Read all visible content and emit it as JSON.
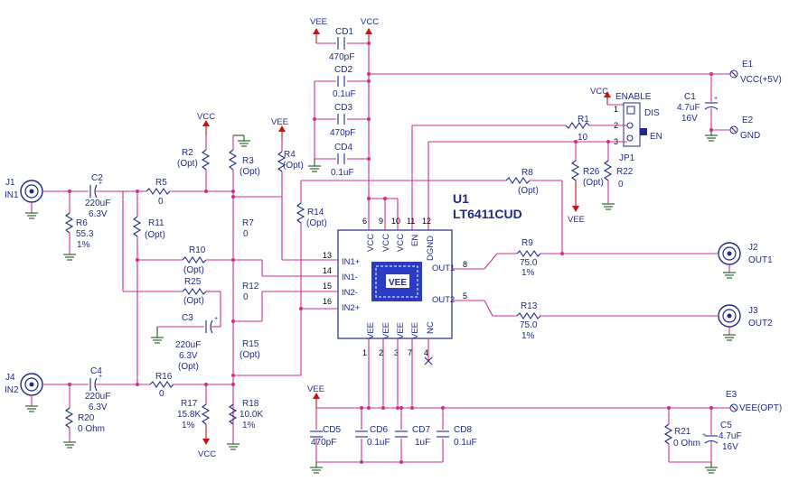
{
  "rails": {
    "vee": "VEE",
    "vcc": "VCC"
  },
  "chip": {
    "ref": "U1",
    "part": "LT6411CUD",
    "pins_top": [
      "VCC",
      "VCC",
      "VCC",
      "EN",
      "DGND"
    ],
    "pins_top_num": [
      "6",
      "9",
      "10",
      "11",
      "12"
    ],
    "pins_left": [
      "IN1+",
      "IN1-",
      "IN2-",
      "IN2+"
    ],
    "pins_left_num": [
      "13",
      "14",
      "15",
      "16"
    ],
    "pins_right": [
      "OUT1",
      "OUT2"
    ],
    "pins_right_num": [
      "8",
      "5"
    ],
    "pins_bottom": [
      "VEE",
      "VEE",
      "VEE",
      "VEE",
      "NC"
    ],
    "pins_bottom_num": [
      "1",
      "2",
      "3",
      "7",
      "4"
    ],
    "pad": "VEE"
  },
  "caps": {
    "cd1": {
      "ref": "CD1",
      "val": "470pF"
    },
    "cd2": {
      "ref": "CD2",
      "val": "0.1uF"
    },
    "cd3": {
      "ref": "CD3",
      "val": "470pF"
    },
    "cd4": {
      "ref": "CD4",
      "val": "0.1uF"
    },
    "c1": {
      "ref": "C1",
      "val": "4.7uF",
      "v": "16V"
    },
    "c2": {
      "ref": "C2",
      "val": "220uF",
      "v": "6.3V"
    },
    "c3": {
      "ref": "C3",
      "val": "220uF",
      "v": "6.3V",
      "o": "(Opt)"
    },
    "c4": {
      "ref": "C4",
      "val": "220uF",
      "v": "6.3V"
    },
    "c5": {
      "ref": "C5",
      "val": "4.7uF",
      "v": "16V"
    },
    "cd5": {
      "ref": "CD5",
      "val": "470pF"
    },
    "cd6": {
      "ref": "CD6",
      "val": "0.1uF"
    },
    "cd7": {
      "ref": "CD7",
      "val": "1uF"
    },
    "cd8": {
      "ref": "CD8",
      "val": "0.1uF"
    }
  },
  "res": {
    "r1": {
      "ref": "R1",
      "val": "10"
    },
    "r2": {
      "ref": "R2",
      "val": "(Opt)"
    },
    "r3": {
      "ref": "R3",
      "val": "(Opt)"
    },
    "r4": {
      "ref": "R4",
      "val": "(Opt)"
    },
    "r5": {
      "ref": "R5",
      "val": "0"
    },
    "r6": {
      "ref": "R6",
      "val": "55.3",
      "tol": "1%"
    },
    "r7": {
      "ref": "R7",
      "val": "0"
    },
    "r8": {
      "ref": "R8",
      "val": "(Opt)"
    },
    "r9": {
      "ref": "R9",
      "val": "75.0",
      "tol": "1%"
    },
    "r10": {
      "ref": "R10",
      "val": "(Opt)"
    },
    "r11": {
      "ref": "R11",
      "val": "(Opt)"
    },
    "r12": {
      "ref": "R12",
      "val": "0"
    },
    "r13": {
      "ref": "R13",
      "val": "75.0",
      "tol": "1%"
    },
    "r14": {
      "ref": "R14",
      "val": "(Opt)"
    },
    "r15": {
      "ref": "R15",
      "val": "(Opt)"
    },
    "r16": {
      "ref": "R16",
      "val": "0"
    },
    "r17": {
      "ref": "R17",
      "val": "15.8K",
      "tol": "1%"
    },
    "r18": {
      "ref": "R18",
      "val": "10.0K",
      "tol": "1%"
    },
    "r20": {
      "ref": "R20",
      "val": "0 Ohm"
    },
    "r21": {
      "ref": "R21",
      "val": "0 Ohm"
    },
    "r22": {
      "ref": "R22",
      "val": "0"
    },
    "r25": {
      "ref": "R25",
      "val": "(Opt)"
    },
    "r26": {
      "ref": "R26",
      "val": "(Opt)"
    }
  },
  "connectors": {
    "j1": {
      "ref": "J1",
      "name": "IN1"
    },
    "j2": {
      "ref": "J2",
      "name": "OUT1"
    },
    "j3": {
      "ref": "J3",
      "name": "OUT2"
    },
    "j4": {
      "ref": "J4",
      "name": "IN2"
    }
  },
  "terminals": {
    "e1": {
      "ref": "E1",
      "name": "VCC(+5V)"
    },
    "e2": {
      "ref": "E2",
      "name": "GND"
    },
    "e3": {
      "ref": "E3",
      "name": "VEE(OPT)"
    }
  },
  "jumper": {
    "ref": "JP1",
    "title": "ENABLE",
    "dis": "DIS",
    "en": "EN",
    "p1": "1",
    "p2": "2",
    "p3": "3"
  }
}
